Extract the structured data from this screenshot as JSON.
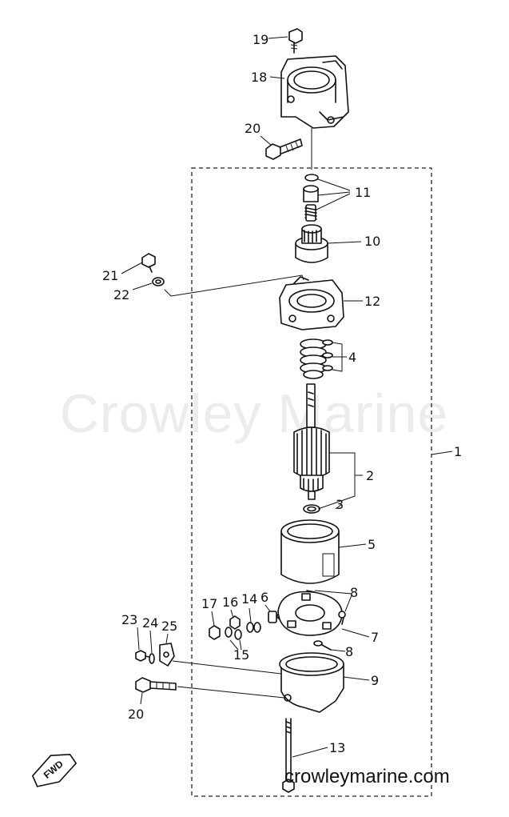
{
  "watermark": "Crowley Marine",
  "site_url": "crowleymarine.com",
  "direction_tag": "FWD",
  "callouts": {
    "c1": "1",
    "c2": "2",
    "c3": "3",
    "c4": "4",
    "c5": "5",
    "c6": "6",
    "c7": "7",
    "c8a": "8",
    "c8b": "8",
    "c9": "9",
    "c10": "10",
    "c11": "11",
    "c12": "12",
    "c13": "13",
    "c14": "14",
    "c15": "15",
    "c16": "16",
    "c17": "17",
    "c18": "18",
    "c19": "19",
    "c20a": "20",
    "c20b": "20",
    "c21": "21",
    "c22": "22",
    "c23": "23",
    "c24": "24",
    "c25": "25"
  }
}
